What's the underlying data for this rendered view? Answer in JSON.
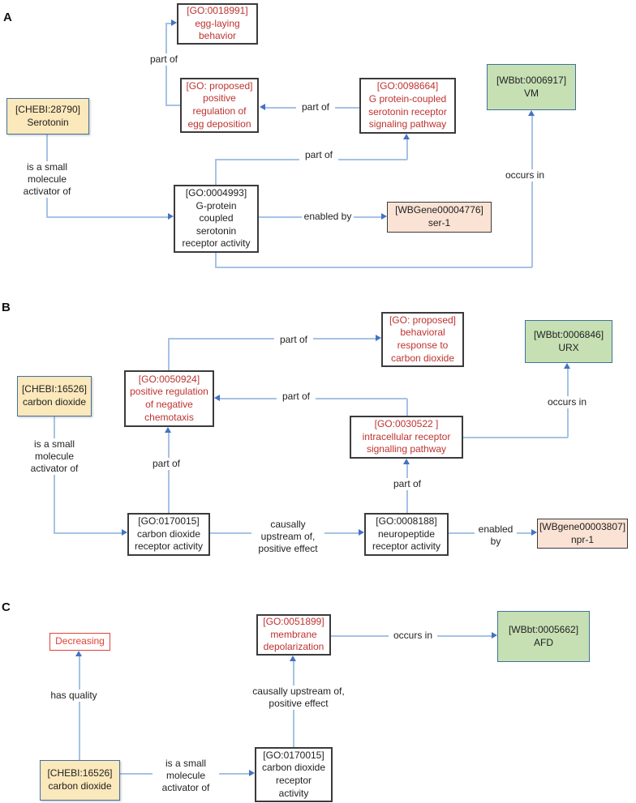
{
  "colors": {
    "line": "#A6C2E4",
    "arrow": "#4472C4",
    "red-text": "#BE3330",
    "bright-red": "#E0433A",
    "black-text": "#1F1F1F",
    "go-border": "#3B3B3B",
    "chebi-fill": "#FBE8BB",
    "chebi-border": "#41719C",
    "anatomy-fill": "#C6E0B4",
    "anatomy-border": "#41719C",
    "gene-fill": "#FAE3D4",
    "gene-border": "#3B3B3B"
  },
  "panelA": {
    "label": "A",
    "nodes": {
      "egg_laying": {
        "id": "[GO:0018991]",
        "name": "egg-laying\nbehavior"
      },
      "pos_reg_egg_deposition": {
        "id": "[GO: proposed]",
        "name": "positive\nregulation of\negg deposition"
      },
      "serotonin_pathway": {
        "id": "[GO:0098664]",
        "name": "G protein-coupled\nserotonin receptor\nsignaling pathway"
      },
      "vm": {
        "id": "[WBbt:0006917]",
        "name": "VM"
      },
      "serotonin": {
        "id": "[CHEBI:28790]",
        "name": "Serotonin"
      },
      "serotonin_receptor_activity": {
        "id": "[GO:0004993]",
        "name": "G-protein\ncoupled\nserotonin\nreceptor activity"
      },
      "ser1": {
        "id": "[WBGene00004776]",
        "name": "ser-1"
      }
    },
    "labels": {
      "part_of_top": "part of",
      "part_of_mid": "part of",
      "part_of_pathway": "part of",
      "enabled_by": "enabled by",
      "occurs_in": "occurs in",
      "small_molecule": "is a small\nmolecule\nactivator of"
    }
  },
  "panelB": {
    "label": "B",
    "nodes": {
      "carbon_dioxide": {
        "id": "[CHEBI:16526]",
        "name": "carbon dioxide"
      },
      "pos_reg_neg_chemotaxis": {
        "id": "[GO:0050924]",
        "name": "positive regulation\nof negative\nchemotaxis"
      },
      "behavioral_response": {
        "id": "[GO: proposed]",
        "name": "behavioral\nresponse to\ncarbon dioxide"
      },
      "urx": {
        "id": "[WBbt:0006846]",
        "name": "URX"
      },
      "intracellular_pathway": {
        "id": "[GO:0030522 ]",
        "name": "intracellular receptor\nsignalling pathway"
      },
      "co2_receptor_activity": {
        "id": "[GO:0170015]",
        "name": "carbon dioxide\nreceptor activity"
      },
      "neuropeptide_receptor_activity": {
        "id": "[GO:0008188]",
        "name": "neuropeptide\nreceptor activity"
      },
      "npr1": {
        "id": "[WBgene00003807]",
        "name": "npr-1"
      }
    },
    "labels": {
      "small_molecule": "is a small\nmolecule\nactivator of",
      "part_of_chemotaxis": "part of",
      "part_of_top": "part of",
      "part_of_right": "part of",
      "part_of_neuropeptide": "part of",
      "causally_upstream": "causally\nupstream of,\npositive effect",
      "enabled_by": "enabled\nby",
      "occurs_in": "occurs in"
    }
  },
  "panelC": {
    "label": "C",
    "nodes": {
      "decreasing": {
        "name": "Decreasing"
      },
      "membrane_depolarization": {
        "id": "[GO:0051899]",
        "name": "membrane\ndepolarization"
      },
      "afd": {
        "id": "[WBbt:0005662]",
        "name": "AFD"
      },
      "carbon_dioxide": {
        "id": "[CHEBI:16526]",
        "name": "carbon dioxide"
      },
      "co2_receptor_activity": {
        "id": "[GO:0170015]",
        "name": "carbon dioxide\nreceptor\nactivity"
      }
    },
    "labels": {
      "has_quality": "has quality",
      "small_molecule": "is a small\nmolecule\nactivator of",
      "causally_upstream": "causally upstream of,\npositive effect",
      "occurs_in": "occurs in"
    }
  }
}
